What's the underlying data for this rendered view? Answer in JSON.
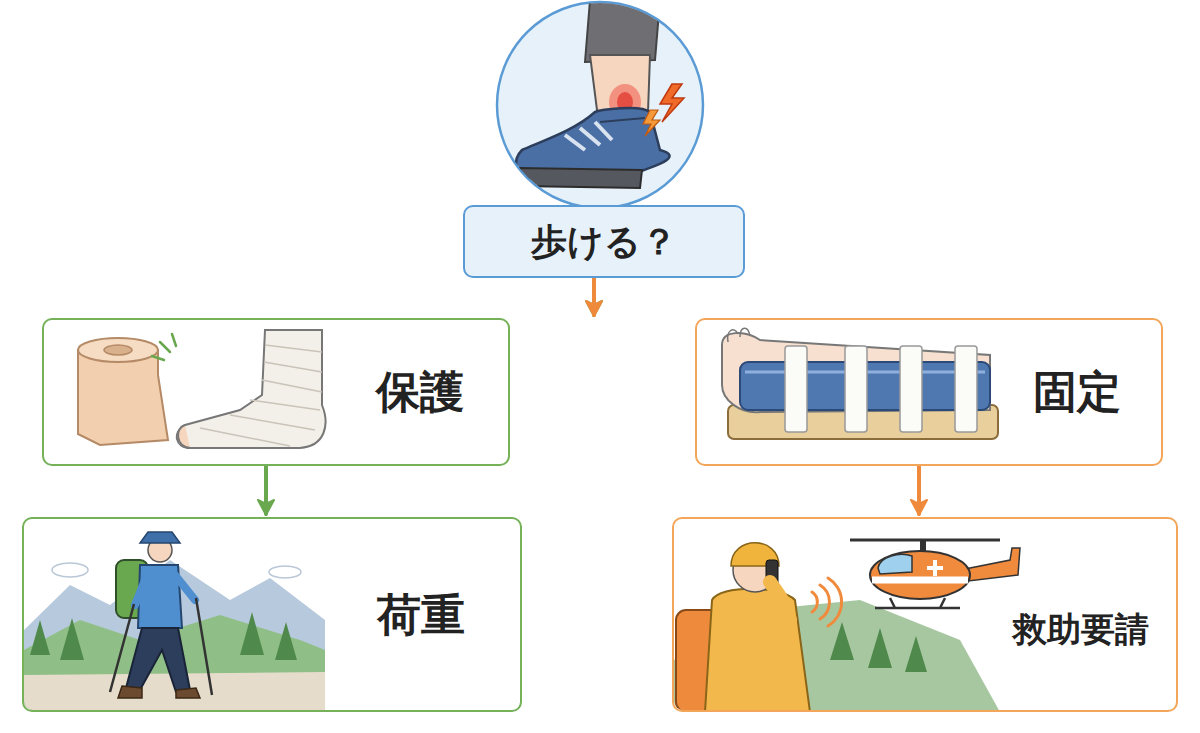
{
  "diagram": {
    "nodes": [
      {
        "text": [
          "歩ける？"
        ]
      },
      {
        "text": [
          "保護"
        ]
      },
      {
        "text": [
          "固定"
        ]
      },
      {
        "text": [
          "荷重"
        ]
      },
      {
        "text": [
          "救助要請"
        ]
      }
    ],
    "edges": [
      {
        "from": 0,
        "to": 1,
        "arrow": "to"
      },
      {
        "from": 0,
        "to": 2,
        "arrow": "to"
      },
      {
        "from": 1,
        "to": 3,
        "arrow": "to"
      },
      {
        "from": 2,
        "to": 4,
        "arrow": "to"
      }
    ]
  }
}
